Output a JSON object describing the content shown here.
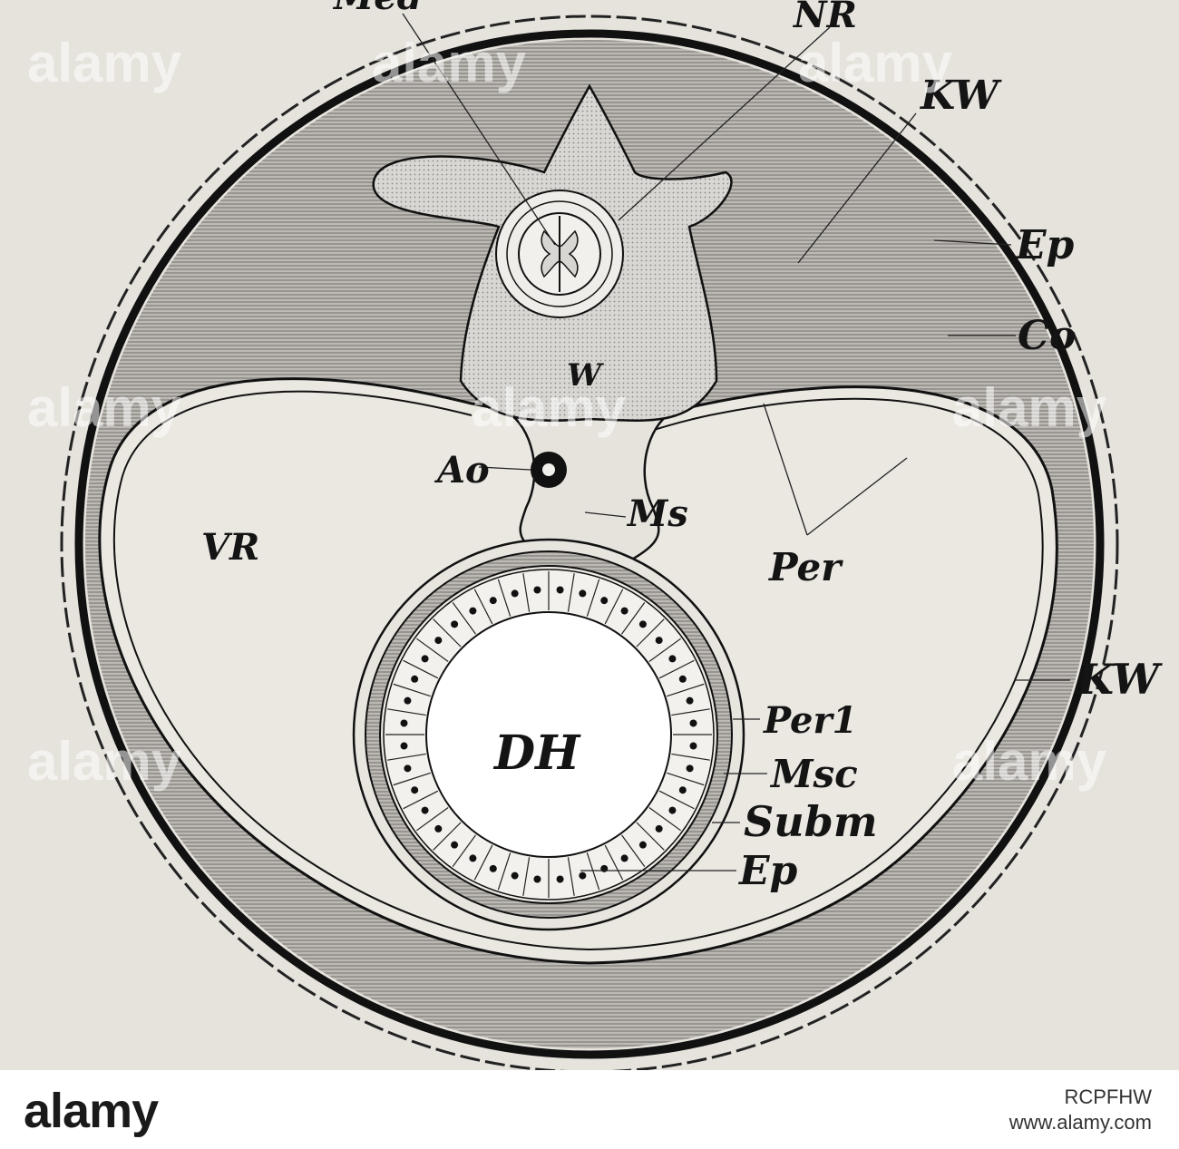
{
  "labels": {
    "med": "Med",
    "nr": "NR",
    "kw_top": "KW",
    "ep_outer": "Ep",
    "co": "Co",
    "w": "W",
    "ao": "Ao",
    "ms": "Ms",
    "vr": "VR",
    "per": "Per",
    "kw_right": "KW",
    "dh": "DH",
    "per1": "Per1",
    "msc": "Msc",
    "subm": "Subm",
    "ep_inner": "Ep"
  },
  "watermark": {
    "text": "alamy"
  },
  "footer": {
    "logo": "alamy",
    "image_id": "RCPFHW",
    "site": "www.alamy.com"
  },
  "colors": {
    "plate": "#e6e3dd",
    "ink": "#141414",
    "hatch": "#8f8c88",
    "vertebra": "#d4d2ce"
  }
}
